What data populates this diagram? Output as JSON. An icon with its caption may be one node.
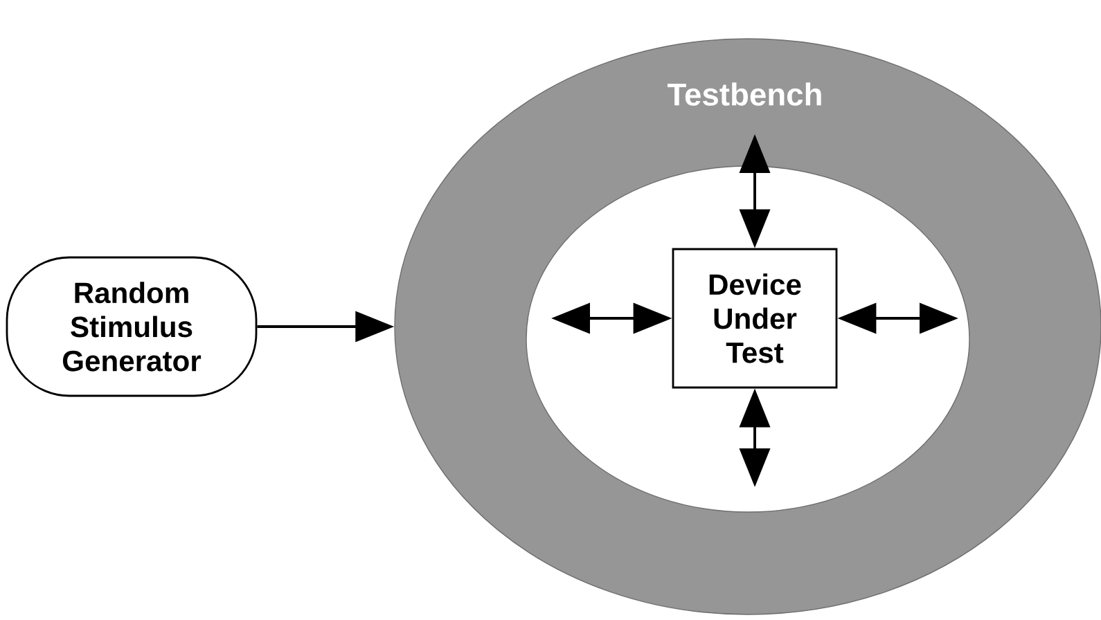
{
  "diagram": {
    "nodes": [
      {
        "text": [
          "Random Stimulus Generator"
        ]
      },
      {
        "text": [
          "Testbench"
        ]
      },
      {
        "text": [
          "Device Under Test"
        ],
        "in": 1
      }
    ],
    "edges": [
      {
        "from": 0,
        "to": 1,
        "arrow": "to"
      },
      {
        "from": 2,
        "to": null,
        "arrow": "both"
      },
      {
        "from": 2,
        "to": null,
        "arrow": "both"
      },
      {
        "from": 2,
        "to": null,
        "arrow": "both"
      },
      {
        "from": 2,
        "to": null,
        "arrow": "both"
      }
    ]
  }
}
